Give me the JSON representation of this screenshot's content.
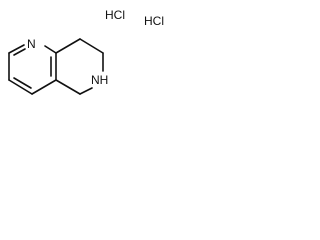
{
  "molecule": {
    "counter_ions": [
      "HCl",
      "HCl"
    ],
    "atoms": {
      "pyridine_nitrogen": "N",
      "amine_nitrogen": "NH"
    }
  },
  "colors": {
    "ink": "#111111",
    "background": "#ffffff"
  }
}
